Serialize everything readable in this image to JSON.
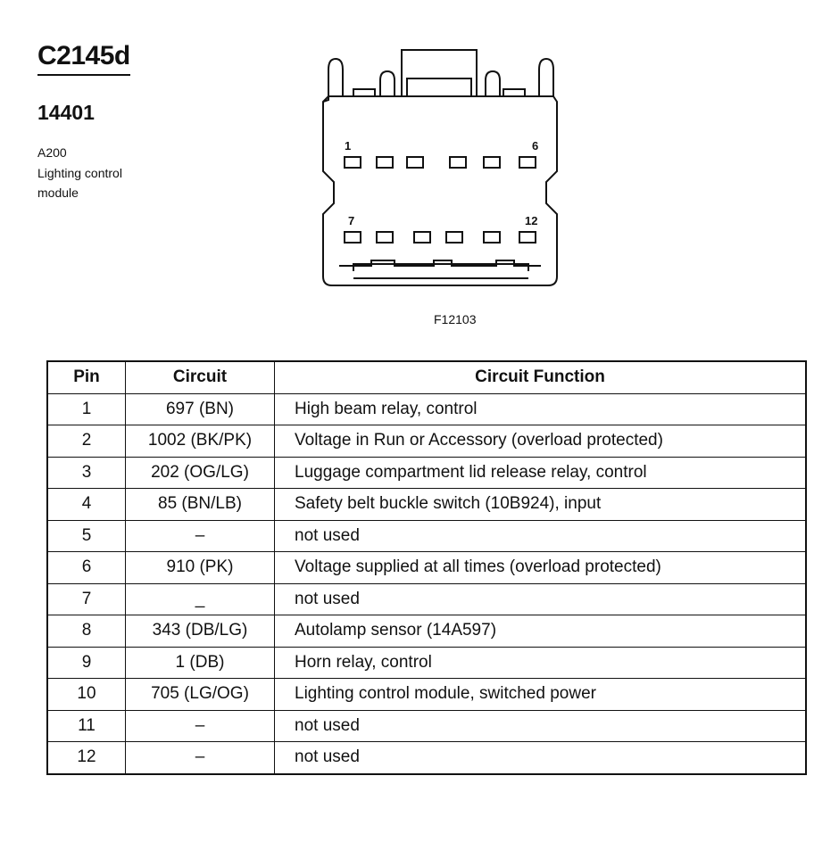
{
  "header": {
    "connector_id": "C2145d",
    "part_number": "14401",
    "component_code": "A200",
    "component_name": "Lighting control module"
  },
  "diagram": {
    "figure_id": "F12103",
    "pin_labels": {
      "top_left": "1",
      "top_right": "6",
      "bottom_left": "7",
      "bottom_right": "12"
    }
  },
  "table": {
    "headers": {
      "pin": "Pin",
      "circuit": "Circuit",
      "function": "Circuit Function"
    },
    "rows": [
      {
        "pin": "1",
        "circuit": "697 (BN)",
        "function": "High beam relay, control"
      },
      {
        "pin": "2",
        "circuit": "1002 (BK/PK)",
        "function": "Voltage in Run or Accessory (overload protected)"
      },
      {
        "pin": "3",
        "circuit": "202 (OG/LG)",
        "function": "Luggage compartment lid release relay, control"
      },
      {
        "pin": "4",
        "circuit": "85 (BN/LB)",
        "function": "Safety belt buckle switch (10B924), input"
      },
      {
        "pin": "5",
        "circuit": "–",
        "function": "not used"
      },
      {
        "pin": "6",
        "circuit": "910 (PK)",
        "function": "Voltage supplied at all times (overload protected)"
      },
      {
        "pin": "7",
        "circuit": "_",
        "function": "not used"
      },
      {
        "pin": "8",
        "circuit": "343 (DB/LG)",
        "function": "Autolamp sensor (14A597)"
      },
      {
        "pin": "9",
        "circuit": "1 (DB)",
        "function": "Horn relay, control"
      },
      {
        "pin": "10",
        "circuit": "705 (LG/OG)",
        "function": "Lighting control module, switched power"
      },
      {
        "pin": "11",
        "circuit": "–",
        "function": "not used"
      },
      {
        "pin": "12",
        "circuit": "–",
        "function": "not used"
      }
    ]
  }
}
